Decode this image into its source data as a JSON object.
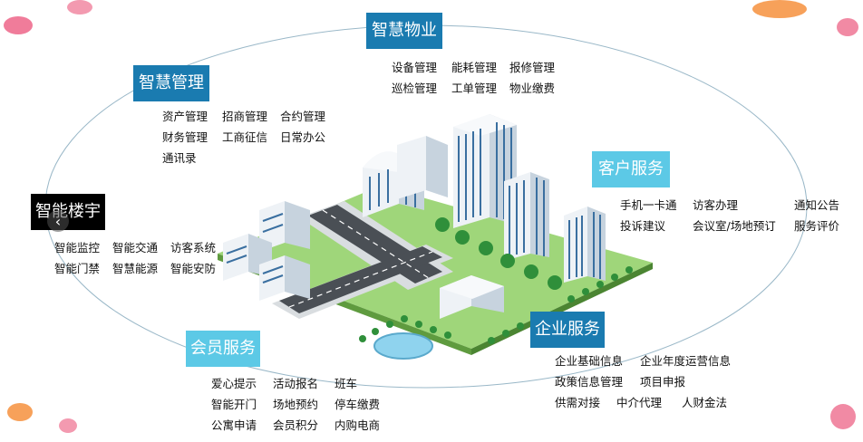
{
  "center": {
    "title": "智慧物业",
    "items": [
      [
        "设备管理",
        "能耗管理",
        "报修管理"
      ],
      [
        "巡检管理",
        "工单管理",
        "物业缴费"
      ]
    ]
  },
  "management": {
    "title": "智慧管理",
    "items": [
      [
        "资产管理",
        "招商管理",
        "合约管理"
      ],
      [
        "财务管理",
        "工商征信",
        "日常办公"
      ],
      [
        "通讯录"
      ]
    ]
  },
  "customer": {
    "title": "客户服务",
    "items": [
      [
        "手机一卡通",
        "访客办理",
        "通知公告"
      ],
      [
        "投诉建议",
        "会议室/场地预订",
        "服务评价"
      ]
    ]
  },
  "building": {
    "title": "智能楼宇",
    "items": [
      [
        "智能监控",
        "智能交通",
        "访客系统"
      ],
      [
        "智能门禁",
        "智慧能源",
        "智能安防"
      ]
    ]
  },
  "enterprise": {
    "title": "企业服务",
    "items": [
      [
        "企业基础信息",
        "企业年度运营信息"
      ],
      [
        "政策信息管理",
        "项目申报"
      ],
      [
        "供需对接",
        "中介代理",
        "人财金法"
      ]
    ]
  },
  "member": {
    "title": "会员服务",
    "items": [
      [
        "爱心提示",
        "活动报名",
        "班车"
      ],
      [
        "智能开门",
        "场地预约",
        "停车缴费"
      ],
      [
        "公寓申请",
        "会员积分",
        "内购电商"
      ]
    ]
  },
  "icons": {
    "nav": "chevron-left-icon"
  }
}
